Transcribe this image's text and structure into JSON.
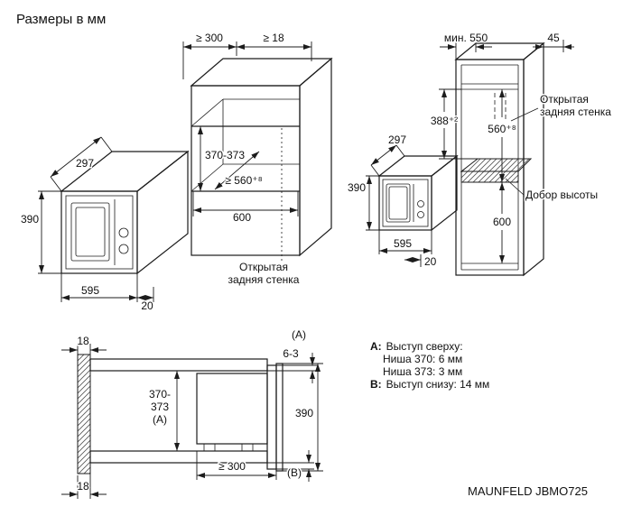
{
  "title": "Размеры в мм",
  "model": "MAUNFELD JBMO725",
  "oven": {
    "depth": "297",
    "height": "390",
    "width": "595",
    "frame_offset": "20"
  },
  "niche60": {
    "top_clearance": "≥ 300",
    "side_clearance": "≥ 18",
    "niche_height": "370-373",
    "niche_depth": "≥ 560⁺⁸",
    "niche_width": "600",
    "open_back_line1": "Открытая",
    "open_back_line2": "задняя стенка"
  },
  "column": {
    "min_depth": "мин. 550",
    "back_gap": "45",
    "appliance_space": "388⁺²",
    "opening_height": "560⁺⁸",
    "lower_height": "600",
    "open_back_line1": "Открытая",
    "open_back_line2": "задняя стенка",
    "filler": "Добор высоты",
    "oven": {
      "depth": "297",
      "height": "390",
      "width": "595",
      "frame_offset": "20"
    }
  },
  "section": {
    "wall_top": "18",
    "wall_bottom": "18",
    "niche_height_l1": "370-",
    "niche_height_l2": "373",
    "niche_height_l3": "(A)",
    "label_a": "(A)",
    "top_gap": "6-3",
    "front_height": "390",
    "min_support_depth": "≥ 300",
    "label_b": "(B)"
  },
  "notes": {
    "a_prefix": "A:",
    "a_title": "Выступ сверху:",
    "a_item1": "Ниша 370: 6 мм",
    "a_item2": "Ниша 373: 3 мм",
    "b_prefix": "B:",
    "b_text": "Выступ снизу: 14 мм"
  }
}
